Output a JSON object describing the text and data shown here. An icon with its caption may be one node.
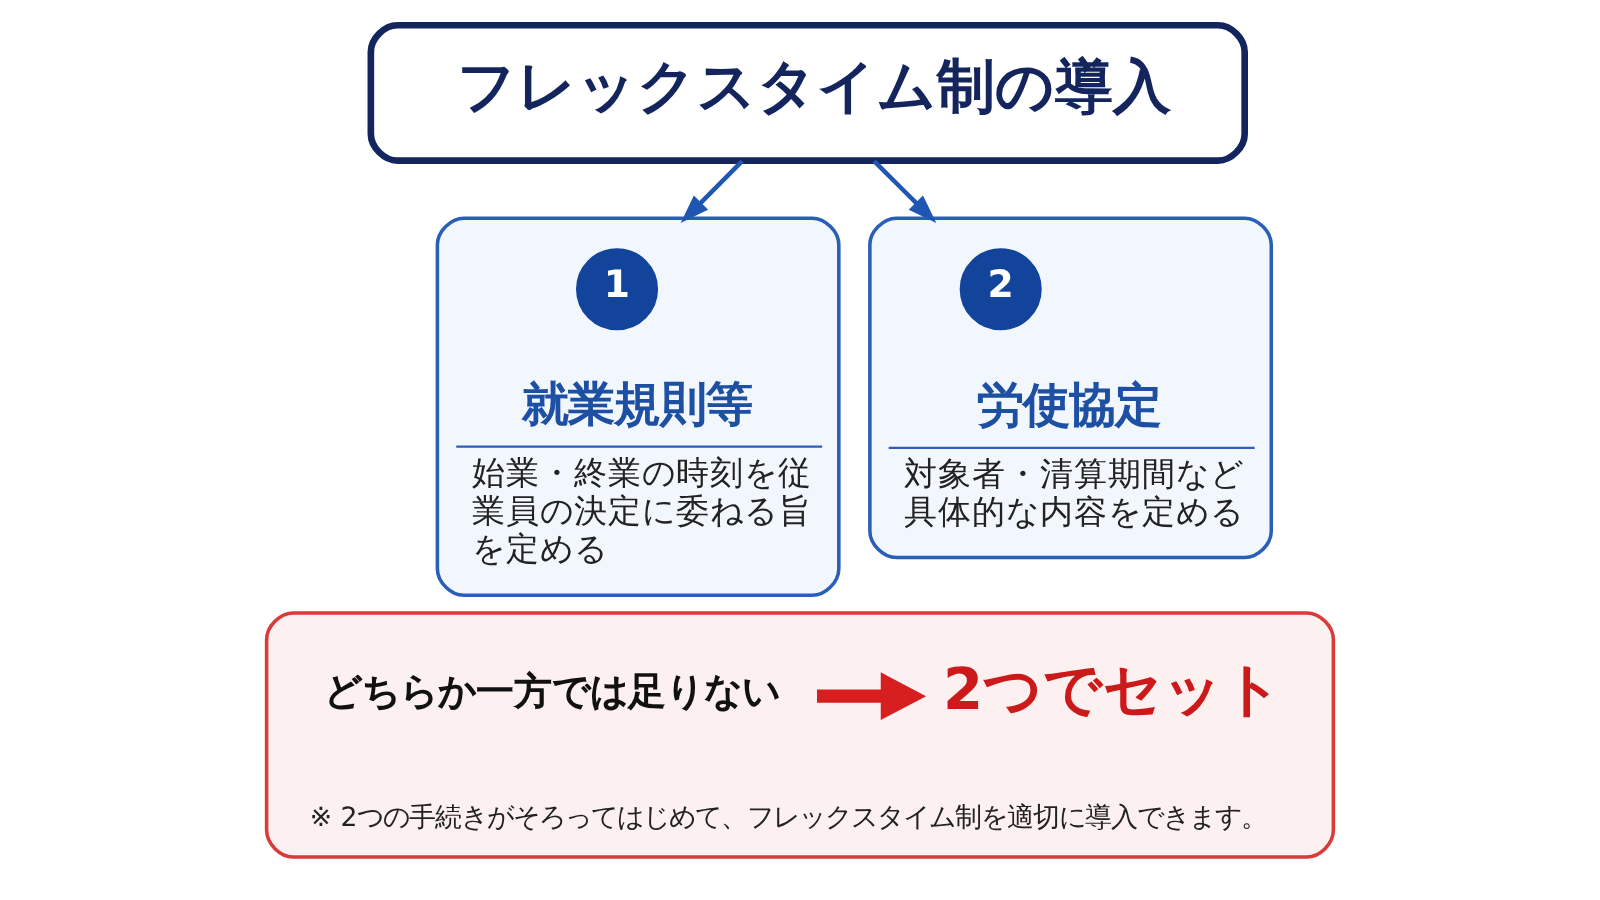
{
  "diagram": {
    "nodes": [
      {
        "text": [
          "フレックスタイム制の導入"
        ]
      },
      {
        "text": [
          "就業規則等",
          "始業・終業の時刻を従業員の決定に委ねる旨を定める"
        ]
      },
      {
        "text": [
          "1"
        ],
        "in": 1
      },
      {
        "text": [
          "労使協定",
          "対象者・清算期間など具体的な内容を定める"
        ]
      },
      {
        "text": [
          "2"
        ],
        "in": 3
      },
      {
        "text": [
          "※ 2つの手続きがそろってはじめて、フレックスタイム制を適切に導入できます。"
        ]
      },
      {
        "text": [
          "どちらか一方では足りない"
        ],
        "in": 5
      },
      {
        "text": [
          "2つでセット"
        ],
        "in": 5
      }
    ],
    "edges": [
      {
        "from": 0,
        "to": 1,
        "arrow": "to"
      },
      {
        "from": 0,
        "to": 3,
        "arrow": "to"
      },
      {
        "from": 6,
        "to": 7,
        "arrow": "to",
        "style": "thick",
        "color": "#d71f1f"
      }
    ]
  }
}
